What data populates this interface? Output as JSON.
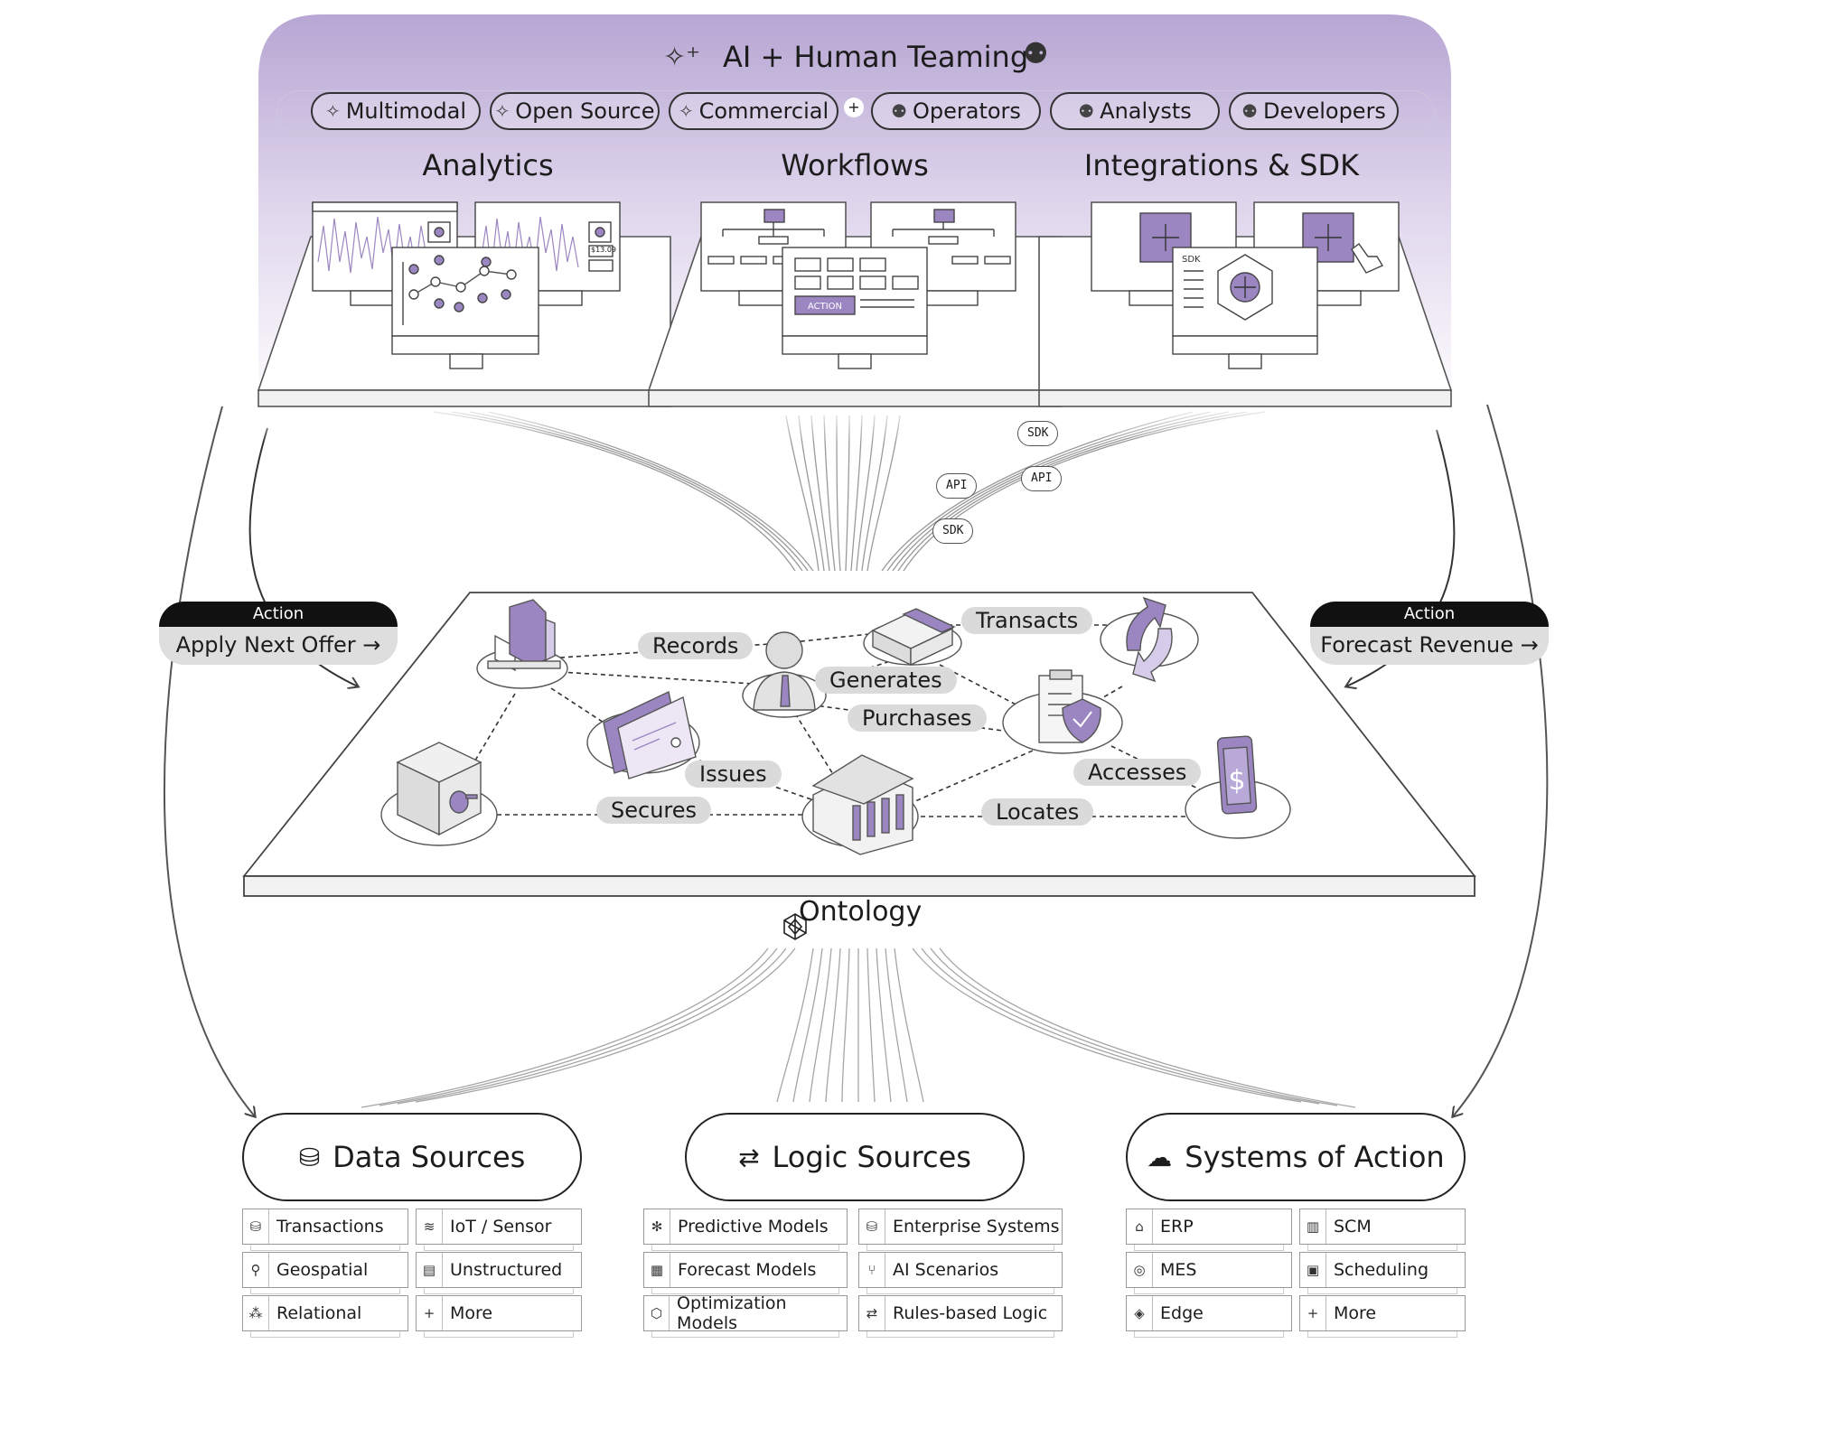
{
  "top": {
    "title": "AI + Human Teaming",
    "chips": [
      {
        "label": "Multimodal",
        "icon": "sparkle-icon"
      },
      {
        "label": "Open Source",
        "icon": "sparkle-icon"
      },
      {
        "label": "Commercial",
        "icon": "sparkle-icon"
      },
      {
        "label": "Operators",
        "icon": "people-icon"
      },
      {
        "label": "Analysts",
        "icon": "people-icon"
      },
      {
        "label": "Developers",
        "icon": "people-icon"
      }
    ],
    "plus": "+",
    "columns": [
      "Analytics",
      "Workflows",
      "Integrations & SDK"
    ],
    "mockup_texts": {
      "action_button": "ACTION",
      "sdk": "SDK",
      "value": "$13.09"
    }
  },
  "connectors": {
    "sdk_top": "SDK",
    "api_left": "API",
    "api_right": "API",
    "sdk_bottom": "SDK"
  },
  "actions": {
    "left": {
      "tag": "Action",
      "label": "Apply Next Offer →"
    },
    "right": {
      "tag": "Action",
      "label": "Forecast Revenue →"
    }
  },
  "ontology": {
    "label": "Ontology",
    "relations": [
      "Records",
      "Transacts",
      "Generates",
      "Purchases",
      "Issues",
      "Accesses",
      "Secures",
      "Locates"
    ],
    "nodes": [
      "building-icon",
      "person-icon",
      "cash-icon",
      "exchange-icon",
      "card-icon",
      "safe-icon",
      "bank-icon",
      "shield-document-icon",
      "phone-dollar-icon"
    ]
  },
  "sources": [
    {
      "title": "Data Sources",
      "icon": "database-icon",
      "items": [
        {
          "label": "Transactions",
          "icon": "database-icon"
        },
        {
          "label": "IoT / Sensor",
          "icon": "wave-icon"
        },
        {
          "label": "Geospatial",
          "icon": "pin-icon"
        },
        {
          "label": "Unstructured",
          "icon": "document-icon"
        },
        {
          "label": "Relational",
          "icon": "nodes-icon"
        },
        {
          "label": "More",
          "icon": "plus-icon"
        }
      ]
    },
    {
      "title": "Logic Sources",
      "icon": "flow-icon",
      "items": [
        {
          "label": "Predictive Models",
          "icon": "asterisk-icon"
        },
        {
          "label": "Enterprise Systems",
          "icon": "database-icon"
        },
        {
          "label": "Forecast Models",
          "icon": "grid-icon"
        },
        {
          "label": "AI Scenarios",
          "icon": "branch-icon"
        },
        {
          "label": "Optimization Models",
          "icon": "hexagon-icon"
        },
        {
          "label": "Rules-based Logic",
          "icon": "flow-icon"
        }
      ]
    },
    {
      "title": "Systems of Action",
      "icon": "cloud-icon",
      "items": [
        {
          "label": "ERP",
          "icon": "factory-icon"
        },
        {
          "label": "SCM",
          "icon": "clipboard-icon"
        },
        {
          "label": "MES",
          "icon": "target-icon"
        },
        {
          "label": "Scheduling",
          "icon": "calendar-icon"
        },
        {
          "label": "Edge",
          "icon": "diamond-icon"
        },
        {
          "label": "More",
          "icon": "plus-icon"
        }
      ]
    }
  ],
  "colors": {
    "accent": "#9b86c2",
    "accent_light": "#e9e2f3",
    "line": "#333333",
    "pill_bg": "#dadada"
  }
}
